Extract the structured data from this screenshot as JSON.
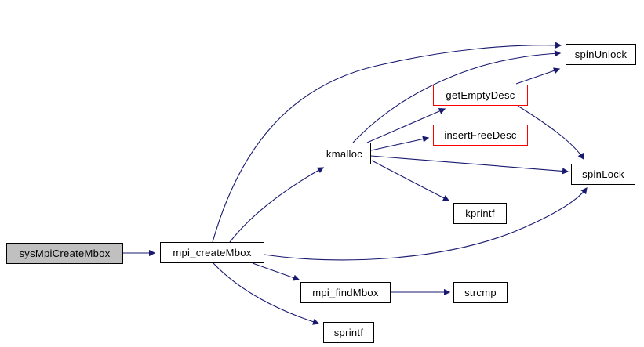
{
  "diagram": {
    "type": "call-graph",
    "background": "#ffffff",
    "colors": {
      "edge": "#191970",
      "node_border": "#000000",
      "node_fill": "#ffffff",
      "truncated_border": "#ff0000",
      "focus_fill": "#c0c0c0",
      "text": "#000000"
    },
    "nodes": [
      {
        "id": "sysMpiCreateMbox",
        "label": "sysMpiCreateMbox",
        "role": "focus"
      },
      {
        "id": "mpi_createMbox",
        "label": "mpi_createMbox",
        "role": "normal"
      },
      {
        "id": "kmalloc",
        "label": "kmalloc",
        "role": "normal"
      },
      {
        "id": "getEmptyDesc",
        "label": "getEmptyDesc",
        "role": "truncated"
      },
      {
        "id": "insertFreeDesc",
        "label": "insertFreeDesc",
        "role": "truncated"
      },
      {
        "id": "kprintf",
        "label": "kprintf",
        "role": "normal"
      },
      {
        "id": "spinUnlock",
        "label": "spinUnlock",
        "role": "normal"
      },
      {
        "id": "spinLock",
        "label": "spinLock",
        "role": "normal"
      },
      {
        "id": "mpi_findMbox",
        "label": "mpi_findMbox",
        "role": "normal"
      },
      {
        "id": "strcmp",
        "label": "strcmp",
        "role": "normal"
      },
      {
        "id": "sprintf",
        "label": "sprintf",
        "role": "normal"
      }
    ],
    "edges": [
      {
        "from": "sysMpiCreateMbox",
        "to": "mpi_createMbox"
      },
      {
        "from": "mpi_createMbox",
        "to": "kmalloc"
      },
      {
        "from": "mpi_createMbox",
        "to": "spinUnlock"
      },
      {
        "from": "mpi_createMbox",
        "to": "spinLock"
      },
      {
        "from": "mpi_createMbox",
        "to": "mpi_findMbox"
      },
      {
        "from": "mpi_createMbox",
        "to": "sprintf"
      },
      {
        "from": "kmalloc",
        "to": "getEmptyDesc"
      },
      {
        "from": "kmalloc",
        "to": "insertFreeDesc"
      },
      {
        "from": "kmalloc",
        "to": "spinUnlock"
      },
      {
        "from": "kmalloc",
        "to": "spinLock"
      },
      {
        "from": "kmalloc",
        "to": "kprintf"
      },
      {
        "from": "getEmptyDesc",
        "to": "spinUnlock"
      },
      {
        "from": "getEmptyDesc",
        "to": "spinLock"
      },
      {
        "from": "mpi_findMbox",
        "to": "strcmp"
      }
    ]
  }
}
